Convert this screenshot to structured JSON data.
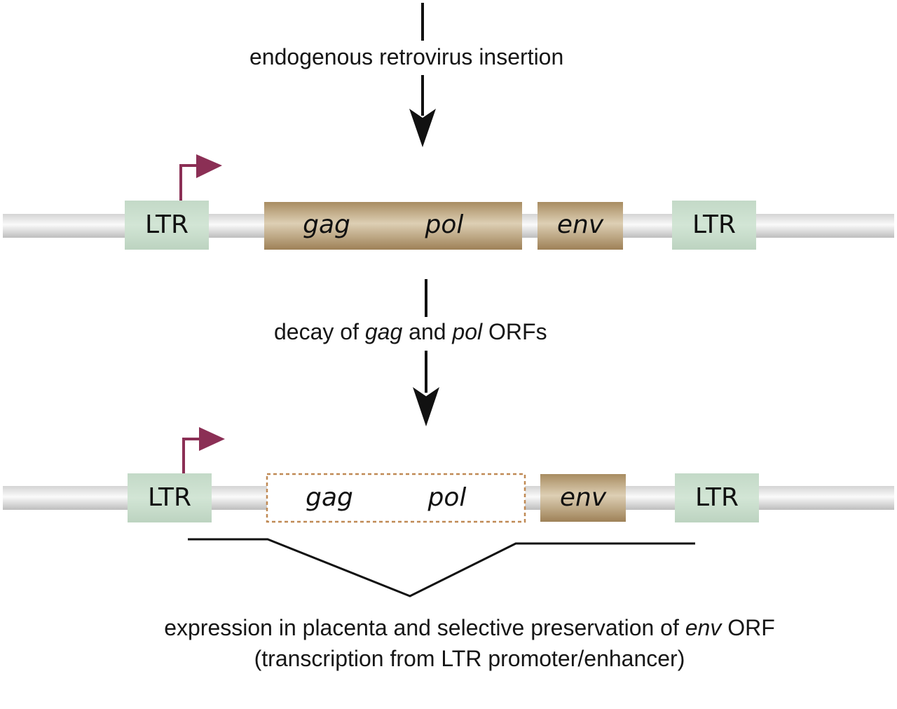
{
  "colors": {
    "ltr_fill": "#c7dccb",
    "gene_fill_dark": "#a88c61",
    "gene_fill_light": "#ddcfb4",
    "decayed_border": "#c08a55",
    "promoter_arrow": "#8b2f55",
    "arrow": "#111111"
  },
  "step1": {
    "caption": "endogenous retrovirus insertion"
  },
  "row1": {
    "ltr_left": "LTR",
    "gag": "gag",
    "pol": "pol",
    "env": "env",
    "ltr_right": "LTR"
  },
  "step2": {
    "caption_part1": "decay of ",
    "caption_gag": "gag",
    "caption_part2": " and ",
    "caption_pol": "pol",
    "caption_part3": " ORFs"
  },
  "row2": {
    "ltr_left": "LTR",
    "gag": "gag",
    "pol": "pol",
    "env": "env",
    "ltr_right": "LTR"
  },
  "bottom": {
    "line1_part1": "expression in placenta and selective preservation of ",
    "line1_env": "env",
    "line1_part2": " ORF",
    "line2": "(transcription from LTR promoter/enhancer)"
  }
}
